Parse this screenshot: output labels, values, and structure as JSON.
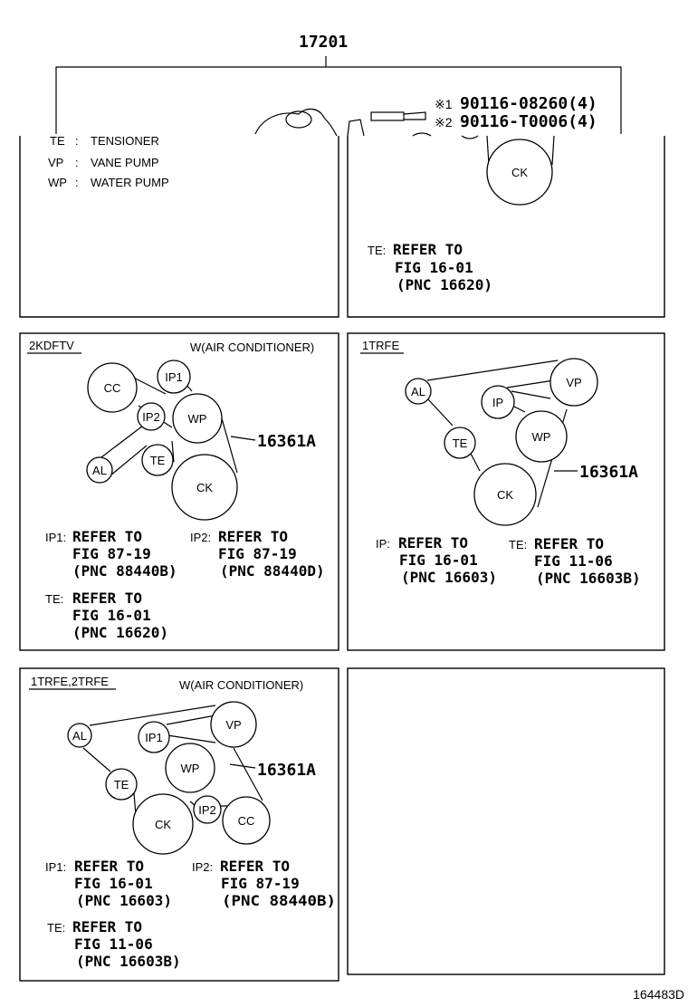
{
  "header": {
    "assembly_no": "17201",
    "bolt1_mark": "※1",
    "bolt1": "90116-08260(4)",
    "bolt2_mark": "※2",
    "bolt2": "90116-T0006(4)"
  },
  "legend": [
    {
      "abbr": "TE",
      "sep": ":",
      "desc": "TENSIONER"
    },
    {
      "abbr": "VP",
      "sep": ":",
      "desc": "VANE PUMP"
    },
    {
      "abbr": "WP",
      "sep": ":",
      "desc": "WATER PUMP"
    }
  ],
  "top_right_panel": {
    "pulley_ck": "CK",
    "te_tag": "TE:",
    "te_ref": [
      "REFER TO",
      "FIG 16-01",
      "(PNC 16620)"
    ]
  },
  "panel_2kdftv": {
    "engine": "2KDFTV",
    "condition": "W(AIR CONDITIONER)",
    "pulleys": {
      "cc": "CC",
      "ip1": "IP1",
      "ip2": "IP2",
      "wp": "WP",
      "al": "AL",
      "te": "TE",
      "ck": "CK"
    },
    "belt_part": "16361A",
    "ip1_tag": "IP1:",
    "ip1_ref": [
      "REFER TO",
      "FIG 87-19",
      "(PNC 88440B)"
    ],
    "ip2_tag": "IP2:",
    "ip2_ref": [
      "REFER TO",
      "FIG 87-19",
      "(PNC 88440D)"
    ],
    "te_tag": "TE:",
    "te_ref": [
      "REFER TO",
      "FIG 16-01",
      "(PNC 16620)"
    ]
  },
  "panel_1trfe": {
    "engine": "1TRFE",
    "pulleys": {
      "al": "AL",
      "vp": "VP",
      "ip": "IP",
      "wp": "WP",
      "te": "TE",
      "ck": "CK"
    },
    "belt_part": "16361A",
    "ip_tag": "IP:",
    "ip_ref": [
      "REFER TO",
      "FIG 16-01",
      "(PNC 16603)"
    ],
    "te_tag": "TE:",
    "te_ref": [
      "REFER TO",
      "FIG 11-06",
      "(PNC 16603B)"
    ]
  },
  "panel_1trfe_2trfe": {
    "engine": "1TRFE,2TRFE",
    "condition": "W(AIR CONDITIONER)",
    "pulleys": {
      "al": "AL",
      "ip1": "IP1",
      "vp": "VP",
      "wp": "WP",
      "te": "TE",
      "ck": "CK",
      "ip2": "IP2",
      "cc": "CC"
    },
    "belt_part": "16361A",
    "ip1_tag": "IP1:",
    "ip1_ref": [
      "REFER TO",
      "FIG 16-01",
      "(PNC 16603)"
    ],
    "ip2_tag": "IP2:",
    "ip2_ref": [
      "REFER TO",
      "FIG 87-19",
      "(PNC 88440B)"
    ],
    "te_tag": "TE:",
    "te_ref": [
      "REFER TO",
      "FIG 11-06",
      "(PNC 16603B)"
    ]
  },
  "footer": {
    "drawing_no": "164483D"
  }
}
